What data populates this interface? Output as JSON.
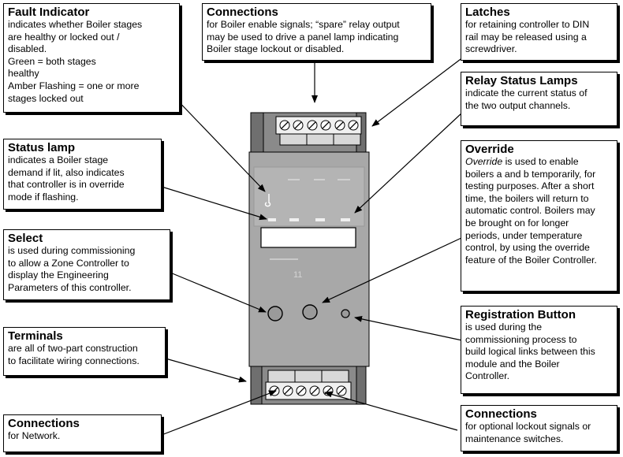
{
  "callouts": {
    "fault_indicator": {
      "title": "Fault Indicator",
      "lines": [
        "indicates whether Boiler stages",
        "are healthy or locked out /",
        "disabled.",
        "Green = both stages",
        "healthy",
        "Amber Flashing = one or more",
        "stages locked out"
      ]
    },
    "connections_top": {
      "title": "Connections",
      "lines": [
        "for Boiler enable signals; “spare” relay output",
        "may be used to drive a panel lamp indicating",
        "Boiler stage lockout or disabled."
      ]
    },
    "latches": {
      "title": "Latches",
      "lines": [
        "for retaining controller to DIN",
        "rail may be released using a",
        "screwdriver."
      ]
    },
    "relay_status": {
      "title": "Relay Status Lamps",
      "lines": [
        "indicate the current status of",
        "the two output channels."
      ]
    },
    "status_lamp": {
      "title": "Status lamp",
      "lines": [
        "indicates a Boiler stage",
        "demand if lit, also indicates",
        "that controller is in override",
        "mode if flashing."
      ]
    },
    "override": {
      "title": "Override",
      "first_word": "Override",
      "first_rest": " is used to enable",
      "lines": [
        "boilers a and b temporarily, for",
        "testing purposes. After a short",
        "time, the boilers will return to",
        "automatic control. Boilers may",
        "be brought on for longer",
        "periods, under temperature",
        "control, by using the override",
        "feature of the Boiler Controller."
      ]
    },
    "select": {
      "title": "Select",
      "lines": [
        "is used during commissioning",
        "to allow a Zone Controller to",
        "display the Engineering",
        "Parameters of this controller."
      ]
    },
    "registration": {
      "title": "Registration Button",
      "lines": [
        "is used during the",
        "commissioning process to",
        "build logical links between this",
        "module and the Boiler",
        "Controller."
      ]
    },
    "terminals": {
      "title": "Terminals",
      "lines": [
        "are all of two-part construction",
        "to facilitate wiring connections."
      ]
    },
    "connections_bottom_left": {
      "title": "Connections",
      "lines": [
        "for Network."
      ]
    },
    "connections_bottom_right": {
      "title": "Connections",
      "lines": [
        "for optional lockout signals or",
        "maintenance switches."
      ]
    }
  },
  "device": {
    "label_text": "11"
  },
  "colors": {
    "body_dark": "#8a8a8a",
    "body_mid": "#a8a8a8",
    "panel": "#b4b4b4",
    "terminal_white": "#f0f0f0",
    "outline": "#000000"
  }
}
